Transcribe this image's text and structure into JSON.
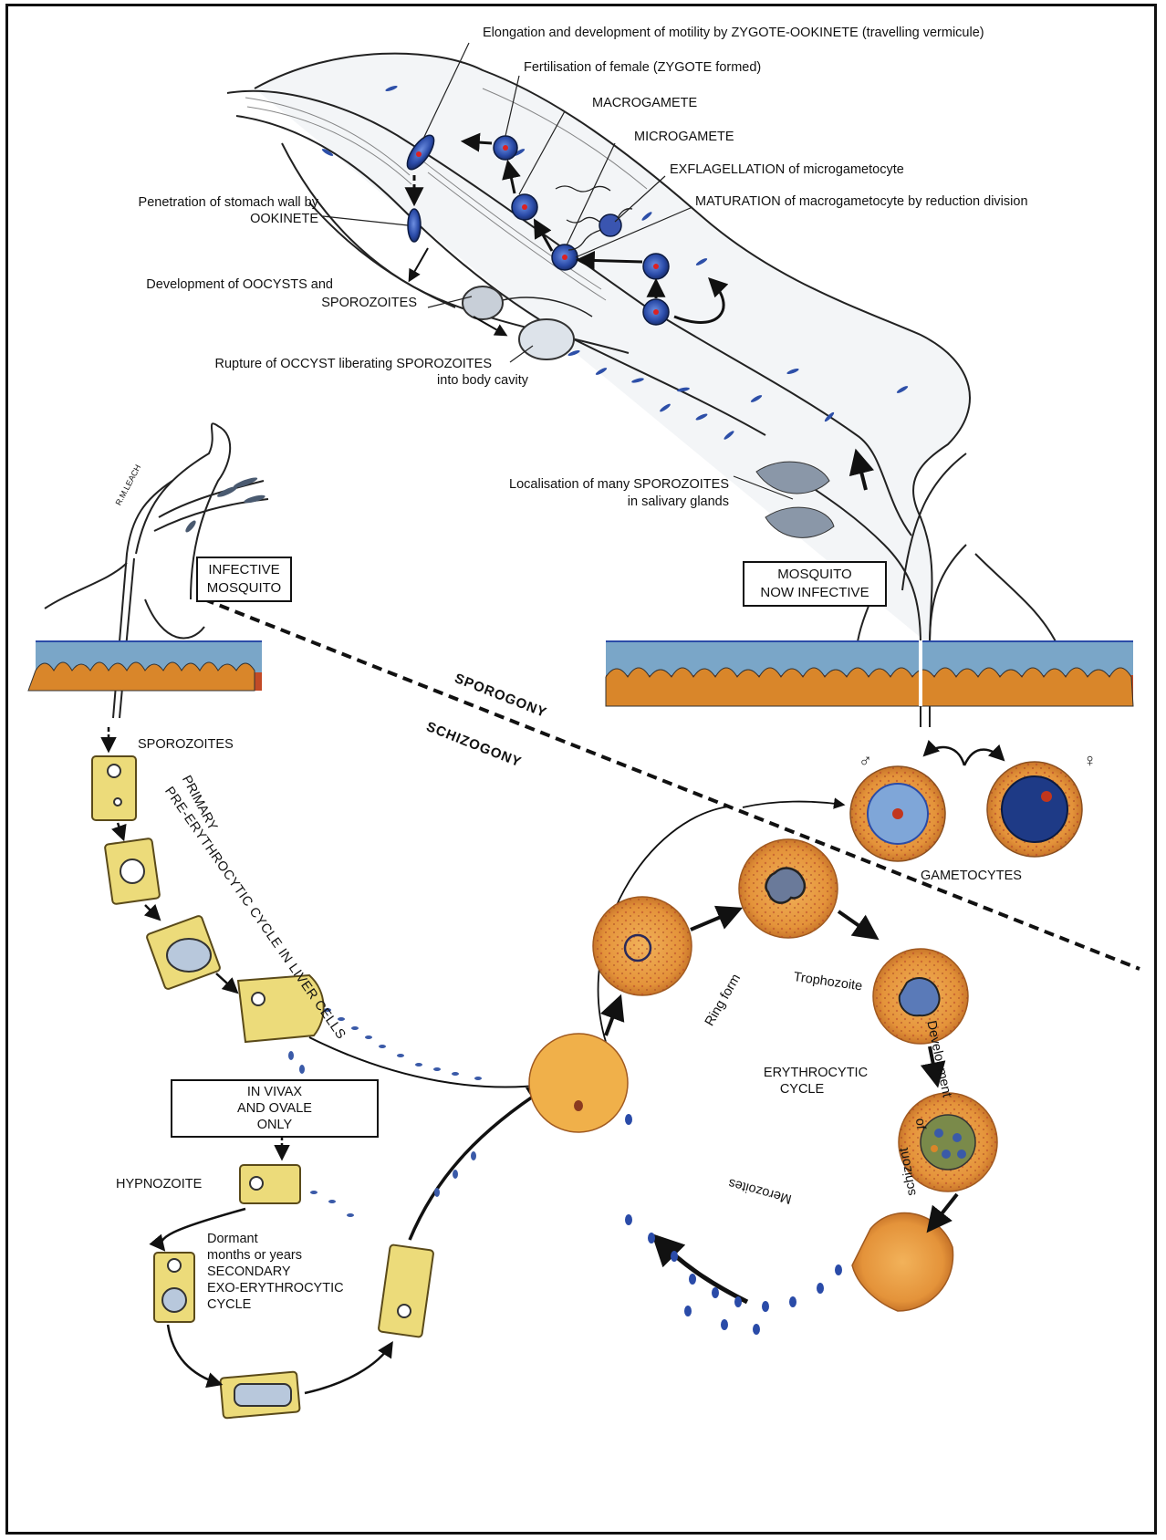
{
  "labels": {
    "elongation": "Elongation and development of motility by ZYGOTE-OOKINETE (travelling vermicule)",
    "fertilisation": "Fertilisation of female (ZYGOTE formed)",
    "macrogamete": "MACROGAMETE",
    "microgamete": "MICROGAMETE",
    "exflagellation": "EXFLAGELLATION of microgametocyte",
    "maturation": "MATURATION of macrogametocyte by reduction division",
    "penetration_1": "Penetration of stomach wall by",
    "penetration_2": "OOKINETE",
    "oocysts_1": "Development of OOCYSTS and",
    "oocysts_2": "SPOROZOITES",
    "rupture_1": "Rupture of OCCYST liberating SPOROZOITES",
    "rupture_2": "into body cavity",
    "localisation_1": "Localisation of many SPOROZOITES",
    "localisation_2": "in salivary glands",
    "sporogony": "SPOROGONY",
    "schizogony": "SCHIZOGONY",
    "sporozoites": "SPOROZOITES",
    "primary": "PRIMARY",
    "pre_erythrocytic": "PRE-ERYTHROCYTIC CYCLE IN LIVER CELLS",
    "hypnozoite": "HYPNOZOITE",
    "dormant_1": "Dormant",
    "dormant_2": "months or years",
    "dormant_3": "SECONDARY",
    "dormant_4": "EXO-ERYTHROCYTIC",
    "dormant_5": "CYCLE",
    "ring_form": "Ring form",
    "trophozoite": "Trophozoite",
    "development": "Development",
    "of": "of",
    "schizont": "schizont",
    "merozoites": "Merozoites",
    "erythrocytic_1": "ERYTHROCYTIC",
    "erythrocytic_2": "CYCLE",
    "gametocytes": "GAMETOCYTES",
    "male_symbol": "♂",
    "female_symbol": "♀",
    "signature": "R.M.LEACH"
  },
  "boxes": {
    "infective_1": "INFECTIVE",
    "infective_2": "MOSQUITO",
    "now_infective_1": "MOSQUITO",
    "now_infective_2": "NOW INFECTIVE",
    "vivax_1": "IN VIVAX",
    "vivax_2": "AND OVALE",
    "vivax_3": "ONLY"
  },
  "colors": {
    "cell_blue": "#2d4fa8",
    "rbc_orange": "#e99a3a",
    "liver_cell": "#ecdb7a",
    "skin_red": "#c24a26",
    "skin_blue": "#7aa6c8",
    "line": "#111111"
  }
}
